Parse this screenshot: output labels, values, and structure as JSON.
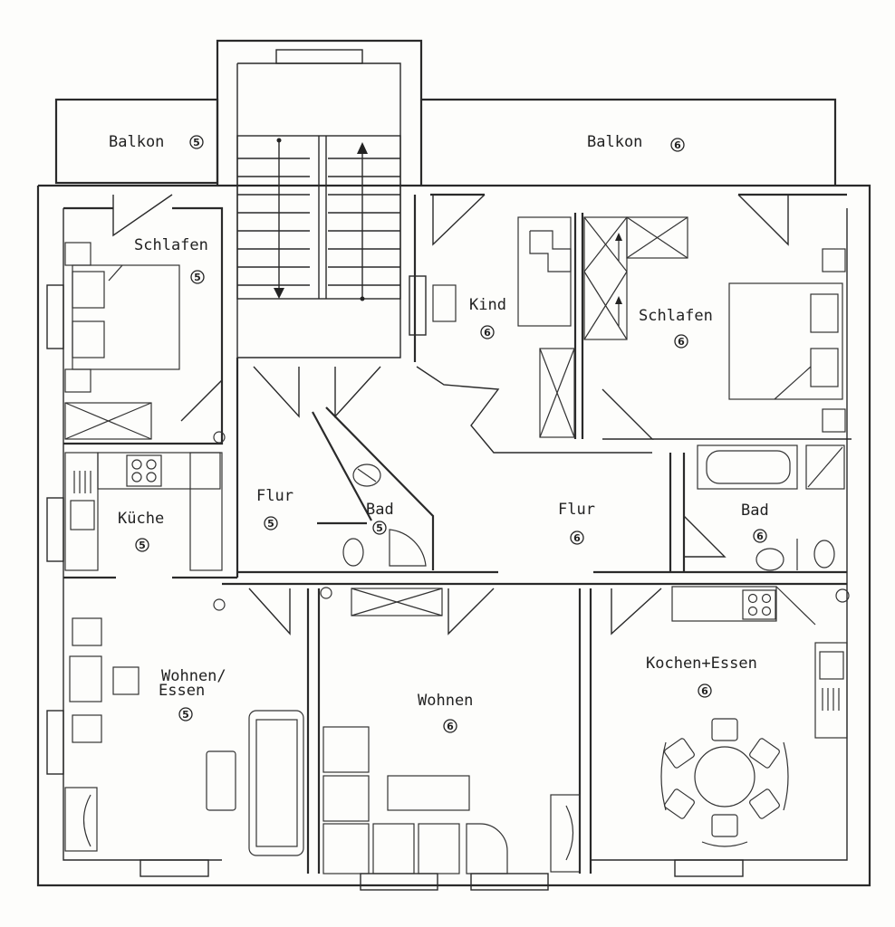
{
  "rooms": {
    "balkon_left": {
      "label": "Balkon",
      "unit": "5"
    },
    "balkon_right": {
      "label": "Balkon",
      "unit": "6"
    },
    "schlafen_left": {
      "label": "Schlafen",
      "unit": "5"
    },
    "kind": {
      "label": "Kind",
      "unit": "6"
    },
    "schlafen_right": {
      "label": "Schlafen",
      "unit": "6"
    },
    "kueche": {
      "label": "Küche",
      "unit": "5"
    },
    "flur_left": {
      "label": "Flur",
      "unit": "5"
    },
    "bad_left": {
      "label": "Bad",
      "unit": "5"
    },
    "flur_right": {
      "label": "Flur",
      "unit": "6"
    },
    "bad_right": {
      "label": "Bad",
      "unit": "6"
    },
    "wohnen_essen": {
      "label_line1": "Wohnen/",
      "label_line2": "Essen",
      "unit": "5"
    },
    "wohnen": {
      "label": "Wohnen",
      "unit": "6"
    },
    "kochen_essen": {
      "label": "Kochen+Essen",
      "unit": "6"
    }
  }
}
